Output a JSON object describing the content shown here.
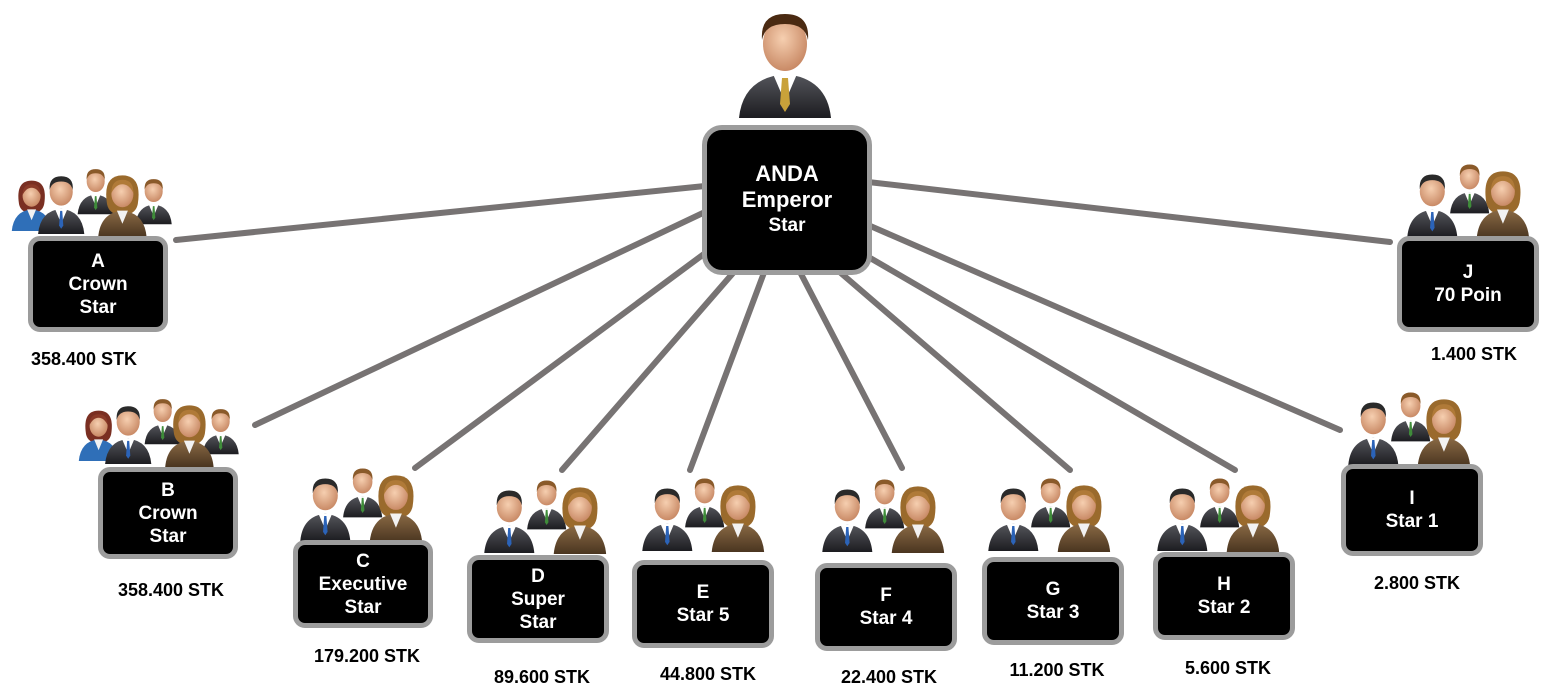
{
  "root": {
    "line1": "ANDA",
    "line2": "Emperor",
    "line3": "Star"
  },
  "nodes": [
    {
      "id": "a",
      "letter": "A",
      "label1": "Crown",
      "label2": "Star",
      "amount": "358.400 STK",
      "group": "five-people-icon"
    },
    {
      "id": "b",
      "letter": "B",
      "label1": "Crown",
      "label2": "Star",
      "amount": "358.400 STK",
      "group": "five-people-icon"
    },
    {
      "id": "c",
      "letter": "C",
      "label1": "Executive",
      "label2": "Star",
      "amount": "179.200 STK",
      "group": "three-people-icon"
    },
    {
      "id": "d",
      "letter": "D",
      "label1": "Super",
      "label2": "Star",
      "amount": "89.600 STK",
      "group": "three-people-icon"
    },
    {
      "id": "e",
      "letter": "E",
      "label1": "Star 5",
      "label2": "",
      "amount": "44.800 STK",
      "group": "three-people-icon"
    },
    {
      "id": "f",
      "letter": "F",
      "label1": "Star 4",
      "label2": "",
      "amount": "22.400 STK",
      "group": "three-people-icon"
    },
    {
      "id": "g",
      "letter": "G",
      "label1": "Star 3",
      "label2": "",
      "amount": "11.200 STK",
      "group": "three-people-icon"
    },
    {
      "id": "h",
      "letter": "H",
      "label1": "Star 2",
      "label2": "",
      "amount": "5.600 STK",
      "group": "three-people-icon"
    },
    {
      "id": "i",
      "letter": "I",
      "label1": "Star 1",
      "label2": "",
      "amount": "2.800 STK",
      "group": "three-people-icon"
    },
    {
      "id": "j",
      "letter": "J",
      "label1": "70 Poin",
      "label2": "",
      "amount": "1.400 STK",
      "group": "three-people-icon"
    }
  ],
  "root_icon": "businessman-icon",
  "colors": {
    "connector": "#777373",
    "box_fill": "#000000",
    "box_border": "#9c9c9c",
    "box_text": "#ffffff"
  }
}
